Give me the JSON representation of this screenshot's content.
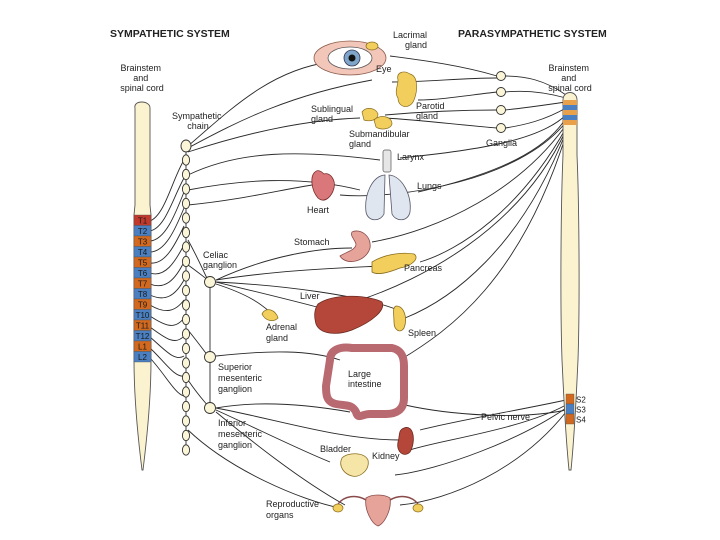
{
  "headers": {
    "sympathetic": "SYMPATHETIC SYSTEM",
    "parasympathetic": "PARASYMPATHETIC SYSTEM"
  },
  "labels": {
    "brainstem_left": [
      "Brainstem",
      "and",
      "spinal cord"
    ],
    "brainstem_right": [
      "Brainstem",
      "and",
      "spinal cord"
    ],
    "sympathetic_chain": [
      "Sympathetic",
      "chain"
    ],
    "lacrimal_gland": [
      "Lacrimal",
      "gland"
    ],
    "eye": "Eye",
    "parotid_gland": [
      "Parotid",
      "gland"
    ],
    "sublingual_gland": [
      "Sublingual",
      "gland"
    ],
    "submandibular_gland": [
      "Submandibular",
      "gland"
    ],
    "ganglia": "Ganglia",
    "larynx": "Larynx",
    "lungs": "Lungs",
    "heart": "Heart",
    "stomach": "Stomach",
    "pancreas": "Pancreas",
    "celiac_ganglion": [
      "Celiac",
      "ganglion"
    ],
    "liver": "Liver",
    "spleen": "Spleen",
    "adrenal_gland": [
      "Adrenal",
      "gland"
    ],
    "superior_mesenteric_ganglion": [
      "Superior",
      "mesenteric",
      "ganglion"
    ],
    "large_intestine": [
      "Large",
      "intestine"
    ],
    "inferior_mesenteric_ganglion": [
      "Inferior",
      "mesenteric",
      "ganglion"
    ],
    "pelvic_nerve": "Pelvic nerve",
    "bladder": "Bladder",
    "kidney": "Kidney",
    "reproductive_organs": [
      "Reproductive",
      "organs"
    ]
  },
  "spinal_segments_left": [
    {
      "label": "T1",
      "color": "#c0392b"
    },
    {
      "label": "T2",
      "color": "#4a7fc1"
    },
    {
      "label": "T3",
      "color": "#d2691e"
    },
    {
      "label": "T4",
      "color": "#4a7fc1"
    },
    {
      "label": "T5",
      "color": "#d2691e"
    },
    {
      "label": "T6",
      "color": "#4a7fc1"
    },
    {
      "label": "T7",
      "color": "#d2691e"
    },
    {
      "label": "T8",
      "color": "#4a7fc1"
    },
    {
      "label": "T9",
      "color": "#d2691e"
    },
    {
      "label": "T10",
      "color": "#4a7fc1"
    },
    {
      "label": "T11",
      "color": "#d2691e"
    },
    {
      "label": "T12",
      "color": "#4a7fc1"
    },
    {
      "label": "L1",
      "color": "#d2691e"
    },
    {
      "label": "L2",
      "color": "#4a7fc1"
    }
  ],
  "spinal_segments_right": [
    {
      "label": "S2",
      "color": "#d2691e"
    },
    {
      "label": "S3",
      "color": "#4a7fc1"
    },
    {
      "label": "S4",
      "color": "#d2691e"
    }
  ],
  "colors": {
    "cord": "#fbf3cf",
    "gland": "#f2cf5c",
    "organ_pink": "#e6a39a",
    "liver": "#b5473a",
    "lung": "#dfe6f0",
    "brainstem_cap": "#e8a04a"
  }
}
